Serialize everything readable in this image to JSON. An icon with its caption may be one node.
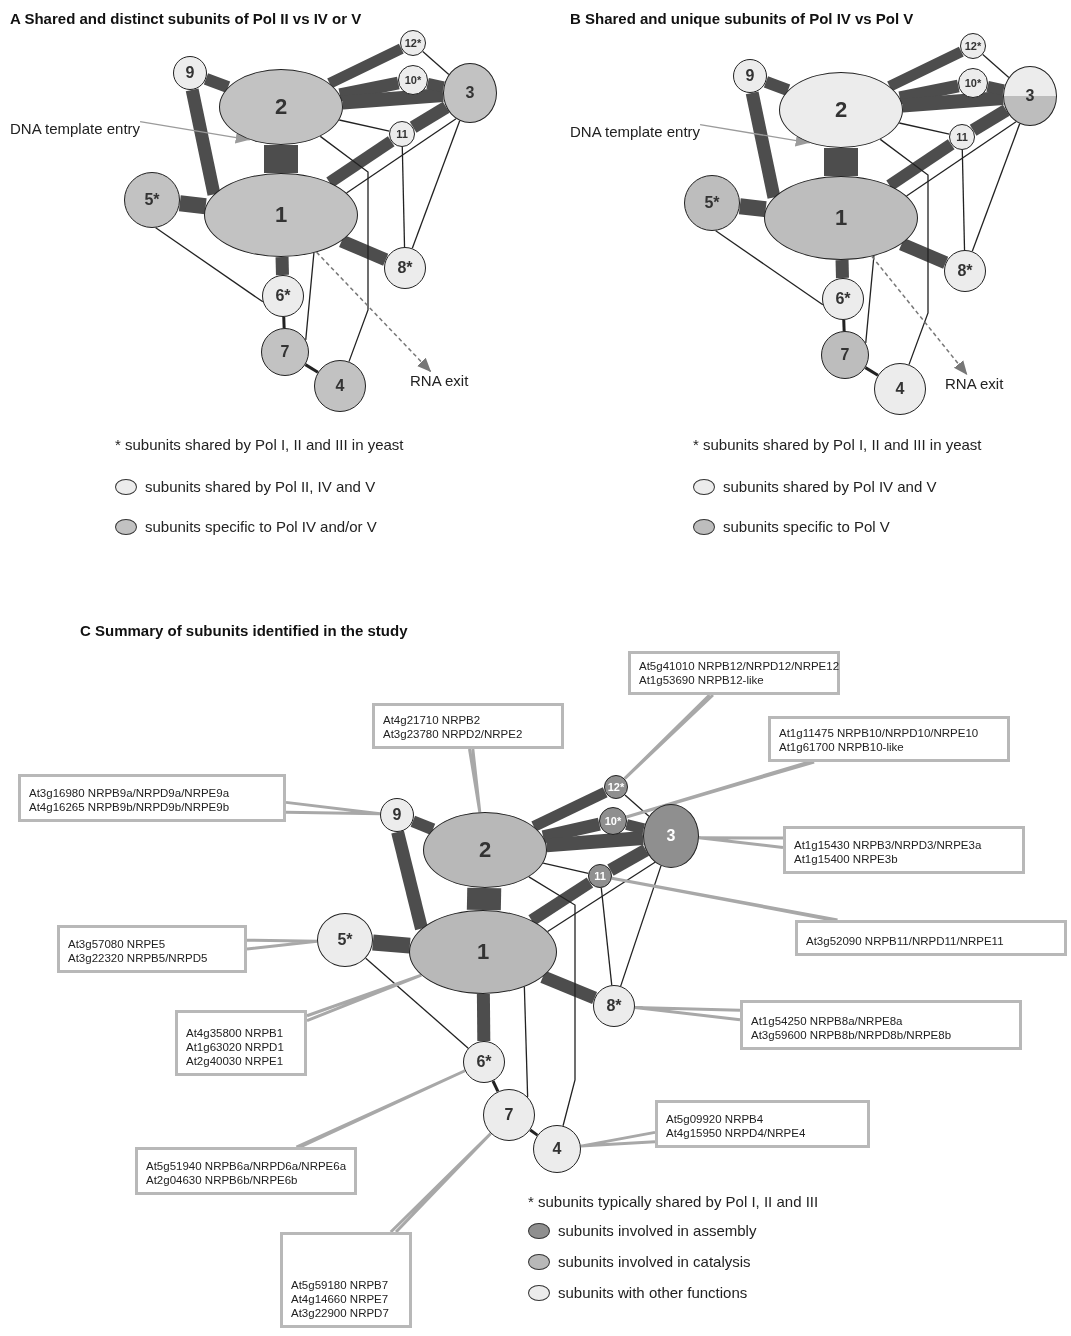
{
  "diagram": {
    "nodes": [
      {
        "text": [
          "9"
        ]
      },
      {
        "text": [
          "12*"
        ]
      },
      {
        "text": [
          "10*"
        ]
      },
      {
        "text": [
          "2"
        ]
      },
      {
        "text": [
          "3"
        ]
      },
      {
        "text": [
          "11"
        ]
      },
      {
        "text": [
          "5*"
        ]
      },
      {
        "text": [
          "1"
        ]
      },
      {
        "text": [
          "8*"
        ]
      },
      {
        "text": [
          "6*"
        ]
      },
      {
        "text": [
          "7"
        ]
      },
      {
        "text": [
          "4"
        ]
      },
      {
        "text": [
          "DNA template entry"
        ]
      },
      {
        "text": [
          "RNA exit"
        ]
      },
      {
        "text": [
          "9"
        ]
      },
      {
        "text": [
          "12*"
        ]
      },
      {
        "text": [
          "10*"
        ]
      },
      {
        "text": [
          "2"
        ]
      },
      {
        "text": [
          "3"
        ]
      },
      {
        "text": [
          "11"
        ]
      },
      {
        "text": [
          "5*"
        ]
      },
      {
        "text": [
          "1"
        ]
      },
      {
        "text": [
          "8*"
        ]
      },
      {
        "text": [
          "6*"
        ]
      },
      {
        "text": [
          "7"
        ]
      },
      {
        "text": [
          "4"
        ]
      },
      {
        "text": [
          "DNA template entry"
        ]
      },
      {
        "text": [
          "RNA exit"
        ]
      },
      {
        "text": [
          "9"
        ]
      },
      {
        "text": [
          "12*"
        ]
      },
      {
        "text": [
          "10*"
        ]
      },
      {
        "text": [
          "2"
        ]
      },
      {
        "text": [
          "3"
        ]
      },
      {
        "text": [
          "11"
        ]
      },
      {
        "text": [
          "5*"
        ]
      },
      {
        "text": [
          "1"
        ]
      },
      {
        "text": [
          "8*"
        ]
      },
      {
        "text": [
          "6*"
        ]
      },
      {
        "text": [
          "7"
        ]
      },
      {
        "text": [
          "4"
        ]
      },
      {
        "text": [
          "At5g41010 NRPB12/NRPD12/NRPE12",
          "At1g53690 NRPB12-like"
        ]
      },
      {
        "text": [
          "At4g21710 NRPB2",
          "At3g23780 NRPD2/NRPE2"
        ]
      },
      {
        "text": [
          "At1g11475 NRPB10/NRPD10/NRPE10",
          "At1g61700 NRPB10-like"
        ]
      },
      {
        "text": [
          "At3g16980 NRPB9a/NRPD9a/NRPE9a",
          "At4g16265 NRPB9b/NRPD9b/NRPE9b"
        ]
      },
      {
        "text": [
          "At1g15430 NRPB3/NRPD3/NRPE3a",
          "At1g15400 NRPE3b"
        ]
      },
      {
        "text": [
          "At3g52090 NRPB11/NRPD11/NRPE11"
        ]
      },
      {
        "text": [
          "At3g57080 NRPE5",
          "At3g22320 NRPB5/NRPD5"
        ]
      },
      {
        "text": [
          "At1g54250 NRPB8a/NRPE8a",
          "At3g59600 NRPB8b/NRPD8b/NRPE8b"
        ]
      },
      {
        "text": [
          "At4g35800 NRPB1",
          "At1g63020 NRPD1",
          "At2g40030 NRPE1"
        ]
      },
      {
        "text": [
          "At5g51940 NRPB6a/NRPD6a/NRPE6a",
          "At2g04630 NRPB6b/NRPE6b"
        ]
      },
      {
        "text": [
          "At5g09920 NRPB4",
          "At4g15950 NRPD4/NRPE4"
        ]
      },
      {
        "text": [
          "At5g59180 NRPB7",
          "At4g14660 NRPE7",
          "At3g22900 NRPD7"
        ]
      }
    ],
    "edges": [
      {
        "from": 0,
        "to": 3,
        "arrow": "none",
        "style": "thick"
      },
      {
        "from": 0,
        "to": 7,
        "arrow": "none",
        "style": "thick"
      },
      {
        "from": 3,
        "to": 7,
        "arrow": "none",
        "style": "thick"
      },
      {
        "from": 3,
        "to": 1,
        "arrow": "none",
        "style": "thick"
      },
      {
        "from": 3,
        "to": 2,
        "arrow": "none",
        "style": "thick"
      },
      {
        "from": 3,
        "to": 4,
        "arrow": "none",
        "style": "thick"
      },
      {
        "from": 3,
        "to": 5,
        "arrow": "none"
      },
      {
        "from": 1,
        "to": 4,
        "arrow": "none"
      },
      {
        "from": 2,
        "to": 4,
        "arrow": "none",
        "style": "thick"
      },
      {
        "from": 5,
        "to": 4,
        "arrow": "none",
        "style": "thick"
      },
      {
        "from": 7,
        "to": 5,
        "arrow": "none",
        "style": "thick"
      },
      {
        "from": 7,
        "to": 4,
        "arrow": "none"
      },
      {
        "from": 6,
        "to": 7,
        "arrow": "none",
        "style": "thick"
      },
      {
        "from": 6,
        "to": 9,
        "arrow": "none"
      },
      {
        "from": 7,
        "to": 8,
        "arrow": "none",
        "style": "thick"
      },
      {
        "from": 5,
        "to": 8,
        "arrow": "none"
      },
      {
        "from": 4,
        "to": 8,
        "arrow": "none"
      },
      {
        "from": 7,
        "to": 9,
        "arrow": "none",
        "style": "thick"
      },
      {
        "from": 9,
        "to": 10,
        "arrow": "none"
      },
      {
        "from": 10,
        "to": 11,
        "arrow": "none"
      },
      {
        "from": 7,
        "to": 10,
        "arrow": "none"
      },
      {
        "from": 3,
        "to": 11,
        "arrow": "none"
      },
      {
        "from": 12,
        "to": 3,
        "arrow": "to",
        "color": "#9b9b9b"
      },
      {
        "from": 7,
        "to": 13,
        "arrow": "to",
        "style": "dashed",
        "color": "#777777"
      },
      {
        "from": 14,
        "to": 17,
        "arrow": "none",
        "style": "thick"
      },
      {
        "from": 14,
        "to": 21,
        "arrow": "none",
        "style": "thick"
      },
      {
        "from": 17,
        "to": 21,
        "arrow": "none",
        "style": "thick"
      },
      {
        "from": 17,
        "to": 15,
        "arrow": "none",
        "style": "thick"
      },
      {
        "from": 17,
        "to": 16,
        "arrow": "none",
        "style": "thick"
      },
      {
        "from": 17,
        "to": 18,
        "arrow": "none",
        "style": "thick"
      },
      {
        "from": 17,
        "to": 19,
        "arrow": "none"
      },
      {
        "from": 15,
        "to": 18,
        "arrow": "none"
      },
      {
        "from": 16,
        "to": 18,
        "arrow": "none",
        "style": "thick"
      },
      {
        "from": 19,
        "to": 18,
        "arrow": "none",
        "style": "thick"
      },
      {
        "from": 21,
        "to": 19,
        "arrow": "none",
        "style": "thick"
      },
      {
        "from": 21,
        "to": 18,
        "arrow": "none"
      },
      {
        "from": 20,
        "to": 21,
        "arrow": "none",
        "style": "thick"
      },
      {
        "from": 20,
        "to": 23,
        "arrow": "none"
      },
      {
        "from": 21,
        "to": 22,
        "arrow": "none",
        "style": "thick"
      },
      {
        "from": 19,
        "to": 22,
        "arrow": "none"
      },
      {
        "from": 18,
        "to": 22,
        "arrow": "none"
      },
      {
        "from": 21,
        "to": 23,
        "arrow": "none",
        "style": "thick"
      },
      {
        "from": 23,
        "to": 24,
        "arrow": "none"
      },
      {
        "from": 24,
        "to": 25,
        "arrow": "none"
      },
      {
        "from": 21,
        "to": 24,
        "arrow": "none"
      },
      {
        "from": 17,
        "to": 25,
        "arrow": "none"
      },
      {
        "from": 26,
        "to": 17,
        "arrow": "to",
        "color": "#9b9b9b"
      },
      {
        "from": 21,
        "to": 27,
        "arrow": "to",
        "style": "dashed",
        "color": "#777777"
      },
      {
        "from": 28,
        "to": 31,
        "arrow": "none",
        "style": "thick"
      },
      {
        "from": 28,
        "to": 35,
        "arrow": "none",
        "style": "thick"
      },
      {
        "from": 31,
        "to": 35,
        "arrow": "none",
        "style": "thick"
      },
      {
        "from": 31,
        "to": 29,
        "arrow": "none",
        "style": "thick"
      },
      {
        "from": 31,
        "to": 30,
        "arrow": "none",
        "style": "thick"
      },
      {
        "from": 31,
        "to": 32,
        "arrow": "none",
        "style": "thick"
      },
      {
        "from": 31,
        "to": 33,
        "arrow": "none"
      },
      {
        "from": 29,
        "to": 32,
        "arrow": "none"
      },
      {
        "from": 30,
        "to": 32,
        "arrow": "none",
        "style": "thick"
      },
      {
        "from": 33,
        "to": 32,
        "arrow": "none",
        "style": "thick"
      },
      {
        "from": 35,
        "to": 33,
        "arrow": "none",
        "style": "thick"
      },
      {
        "from": 35,
        "to": 32,
        "arrow": "none"
      },
      {
        "from": 34,
        "to": 35,
        "arrow": "none",
        "style": "thick"
      },
      {
        "from": 34,
        "to": 37,
        "arrow": "none"
      },
      {
        "from": 35,
        "to": 36,
        "arrow": "none",
        "style": "thick"
      },
      {
        "from": 33,
        "to": 36,
        "arrow": "none"
      },
      {
        "from": 32,
        "to": 36,
        "arrow": "none"
      },
      {
        "from": 35,
        "to": 37,
        "arrow": "none",
        "style": "thick"
      },
      {
        "from": 37,
        "to": 38,
        "arrow": "none"
      },
      {
        "from": 38,
        "to": 39,
        "arrow": "none"
      },
      {
        "from": 35,
        "to": 38,
        "arrow": "none"
      },
      {
        "from": 31,
        "to": 39,
        "arrow": "none"
      },
      {
        "from": 40,
        "to": 29,
        "arrow": "none",
        "color": "#a8a8a8"
      },
      {
        "from": 41,
        "to": 31,
        "arrow": "none",
        "color": "#a8a8a8"
      },
      {
        "from": 42,
        "to": 30,
        "arrow": "none",
        "color": "#a8a8a8"
      },
      {
        "from": 43,
        "to": 28,
        "arrow": "none",
        "color": "#a8a8a8"
      },
      {
        "from": 44,
        "to": 32,
        "arrow": "none",
        "color": "#a8a8a8"
      },
      {
        "from": 45,
        "to": 33,
        "arrow": "none",
        "color": "#a8a8a8"
      },
      {
        "from": 46,
        "to": 34,
        "arrow": "none",
        "color": "#a8a8a8"
      },
      {
        "from": 47,
        "to": 36,
        "arrow": "none",
        "color": "#a8a8a8"
      },
      {
        "from": 48,
        "to": 35,
        "arrow": "none",
        "color": "#a8a8a8"
      },
      {
        "from": 49,
        "to": 37,
        "arrow": "none",
        "color": "#a8a8a8"
      },
      {
        "from": 50,
        "to": 39,
        "arrow": "none",
        "color": "#a8a8a8"
      },
      {
        "from": 51,
        "to": 38,
        "arrow": "none",
        "color": "#a8a8a8"
      }
    ],
    "labels": [
      "A Shared and distinct subunits of Pol II vs IV or V",
      "B Shared and unique subunits of Pol IV vs Pol V",
      "C Summary of subunits identified in the study"
    ],
    "legend": [
      {
        "text": "* subunits shared by Pol I, II and III in yeast"
      },
      {
        "text": "subunits shared by Pol II, IV and V",
        "color": "#ececec"
      },
      {
        "text": "subunits specific to Pol IV and/or V",
        "color": "#c2c2c2"
      },
      {
        "text": "* subunits shared by Pol I, II and III in yeast"
      },
      {
        "text": "subunits shared by Pol IV and V",
        "color": "#ececec"
      },
      {
        "text": "subunits specific to Pol V",
        "color": "#bdbdbd"
      },
      {
        "text": "* subunits typically shared by Pol I, II and III"
      },
      {
        "text": "subunits involved in assembly",
        "color": "#8f8f8f"
      },
      {
        "text": "subunits involved in catalysis",
        "color": "#b8b8b8"
      },
      {
        "text": "subunits with other functions",
        "color": "#ececec"
      }
    ]
  }
}
